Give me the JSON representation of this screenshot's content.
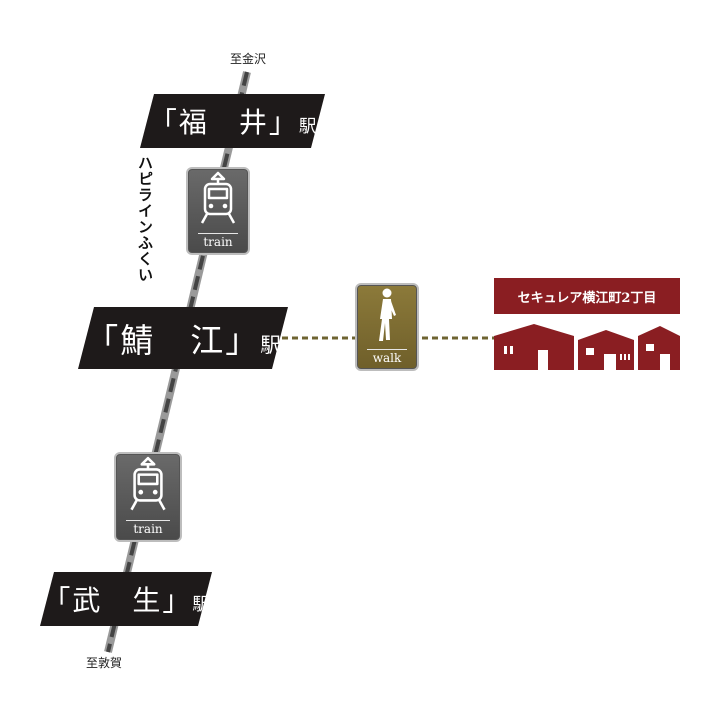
{
  "terminus_north": "至金沢",
  "terminus_south": "至敦賀",
  "stations": [
    {
      "id": "fukui",
      "name": "「福　井」",
      "suffix": "駅"
    },
    {
      "id": "sabae",
      "name": "「鯖　江」",
      "suffix": "駅"
    },
    {
      "id": "takefu",
      "name": "「武　生」",
      "suffix": "駅"
    }
  ],
  "line_name": "ハピラインふくい",
  "transport": [
    {
      "id": "train-upper",
      "mode": "train",
      "icon": "train-icon"
    },
    {
      "id": "walk",
      "mode": "walk",
      "icon": "walking-person-icon"
    },
    {
      "id": "train-lower",
      "mode": "train",
      "icon": "train-icon"
    }
  ],
  "destination": {
    "name": "セキュレア横江町2丁目",
    "icon": "houses-icon"
  },
  "colors": {
    "banner": "#1e1a1a",
    "track": "#555555",
    "walk_card": "#7a6a30",
    "train_card": "#5a5a5a",
    "dashed_path": "#6f6432",
    "destination": "#8a1e22"
  }
}
